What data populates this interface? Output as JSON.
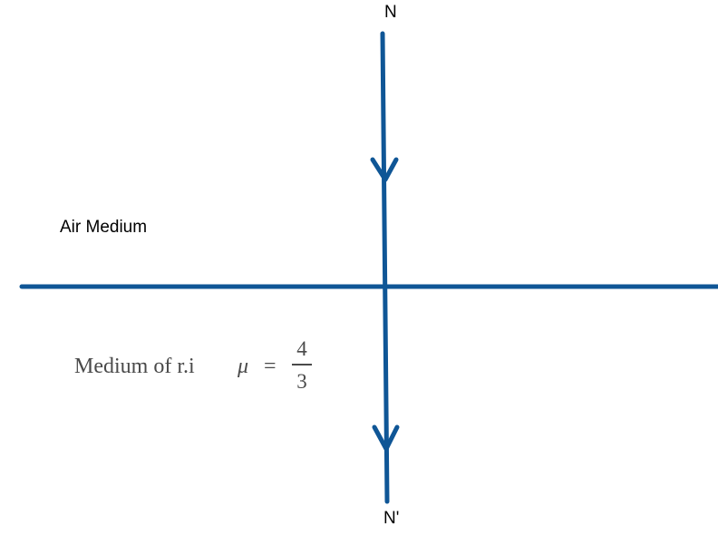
{
  "colors": {
    "line": "#0f5696",
    "text": "#000000",
    "math_text": "#4a4a4a"
  },
  "labels": {
    "normal_top": "N",
    "normal_bottom": "N'",
    "upper_medium": "Air Medium",
    "lower_medium": "Medium of r.i",
    "mu_symbol": "μ",
    "equals": "=",
    "ri_numerator": "4",
    "ri_denominator": "3"
  }
}
